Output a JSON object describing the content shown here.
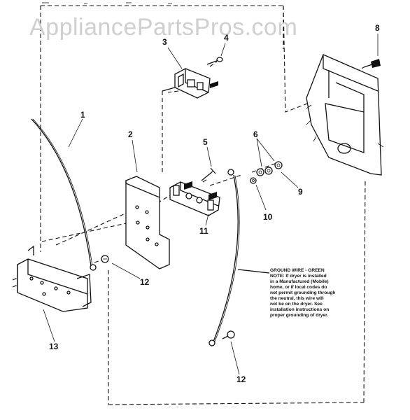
{
  "watermark": "AppliancePartsPros.com",
  "callouts": {
    "c1": "1",
    "c2": "2",
    "c3": "3",
    "c4": "4",
    "c5": "5",
    "c6": "6",
    "c8": "8",
    "c9": "9",
    "c10": "10",
    "c11": "11",
    "c12a": "12",
    "c12b": "12",
    "c13": "13"
  },
  "note_lines": [
    "GROUND WIRE - GREEN",
    "NOTE: If dryer is installed",
    "in a Manufactured (Mobile)",
    "home, or if local codes do",
    "not permit grounding through",
    "the neutral, this wire will",
    "not be on the dryer. See",
    "installation instructions on",
    "proper grounding of dryer."
  ]
}
